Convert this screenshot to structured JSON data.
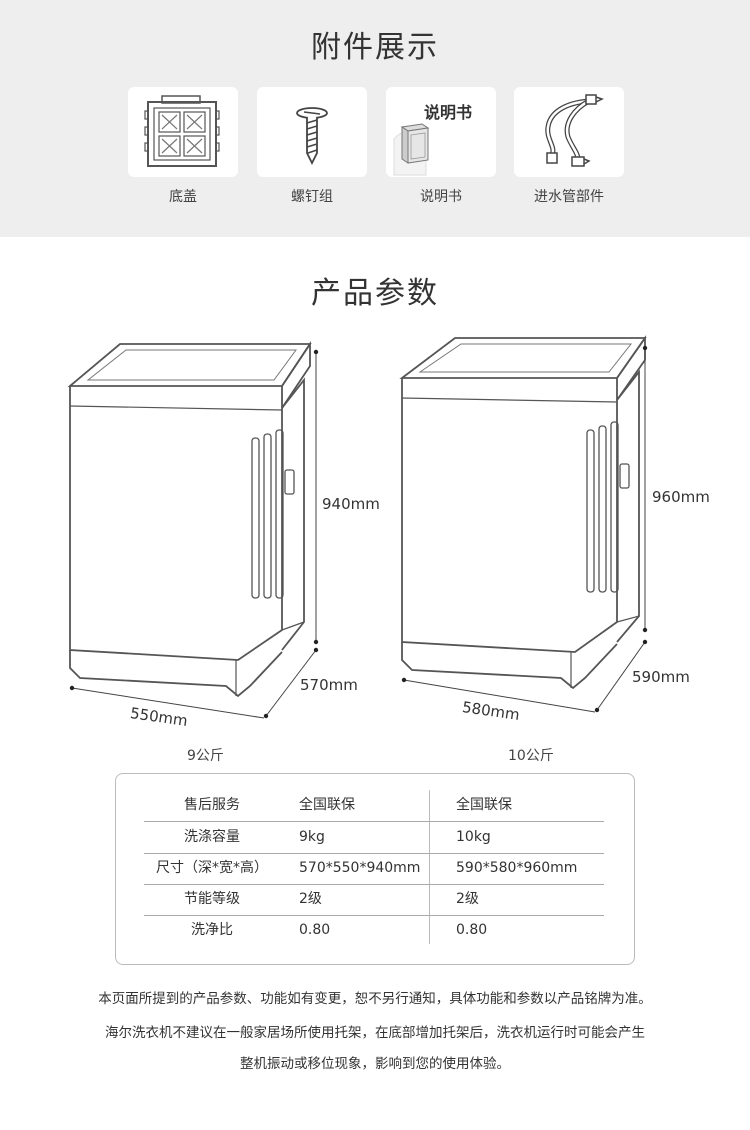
{
  "accessories": {
    "title": "附件展示",
    "items": [
      {
        "label": "底盖",
        "icon": "base-cover-icon"
      },
      {
        "label": "螺钉组",
        "icon": "screw-icon"
      },
      {
        "label": "说明书",
        "icon": "manual-icon",
        "thumb_text": "说明书"
      },
      {
        "label": "进水管部件",
        "icon": "water-inlet-hose-icon"
      }
    ]
  },
  "params": {
    "title": "产品参数",
    "models": [
      {
        "caption": "9公斤",
        "height": "940mm",
        "depth": "570mm",
        "width": "550mm"
      },
      {
        "caption": "10公斤",
        "height": "960mm",
        "depth": "590mm",
        "width": "580mm"
      }
    ]
  },
  "spec_table": {
    "rows": [
      {
        "label": "售后服务",
        "m9": "全国联保",
        "m10": "全国联保"
      },
      {
        "label": "洗涤容量",
        "m9": "9kg",
        "m10": "10kg"
      },
      {
        "label": "尺寸（深*宽*高）",
        "m9": "570*550*940mm",
        "m10": "590*580*960mm"
      },
      {
        "label": "节能等级",
        "m9": "2级",
        "m10": "2级"
      },
      {
        "label": "洗净比",
        "m9": "0.80",
        "m10": "0.80"
      }
    ]
  },
  "notes": {
    "line1": "本页面所提到的产品参数、功能如有变更，恕不另行通知，具体功能和参数以产品铭牌为准。",
    "line2": "海尔洗衣机不建议在一般家居场所使用托架，在底部增加托架后，洗衣机运行时可能会产生",
    "line3": "整机振动或移位现象，影响到您的使用体验。"
  },
  "colors": {
    "accessory_bg": "#eeeeee",
    "card_bg": "#ffffff",
    "line": "#555555",
    "text": "#333333"
  }
}
